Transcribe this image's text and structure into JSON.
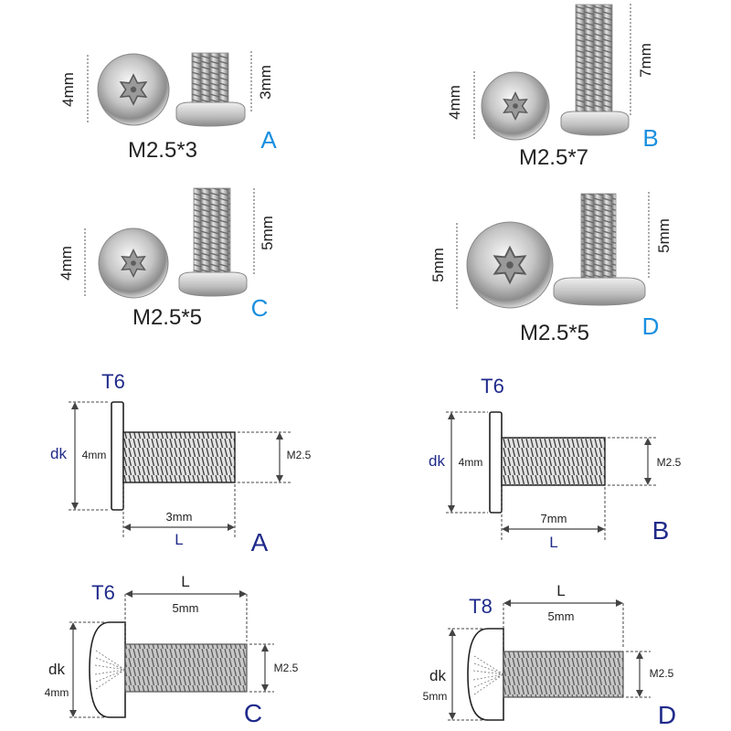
{
  "photos": [
    {
      "id": "A",
      "model": "M2.5*3",
      "head": "4mm",
      "length": "3mm"
    },
    {
      "id": "B",
      "model": "M2.5*7",
      "head": "4mm",
      "length": "7mm"
    },
    {
      "id": "C",
      "model": "M2.5*5",
      "head": "4mm",
      "length": "5mm"
    },
    {
      "id": "D",
      "model": "M2.5*5",
      "head": "5mm",
      "length": "5mm"
    }
  ],
  "drawings": [
    {
      "id": "A",
      "drive": "T6",
      "dk_label": "dk",
      "dk_value": "4mm",
      "thread": "M2.5",
      "length": "3mm",
      "l_label": "L"
    },
    {
      "id": "B",
      "drive": "T6",
      "dk_label": "dk",
      "dk_value": "4mm",
      "thread": "M2.5",
      "length": "7mm",
      "l_label": "L"
    },
    {
      "id": "C",
      "drive": "T6",
      "dk_label": "dk",
      "dk_value": "4mm",
      "thread": "M2.5",
      "length": "5mm",
      "l_label": "L"
    },
    {
      "id": "D",
      "drive": "T8",
      "dk_label": "dk",
      "dk_value": "5mm",
      "thread": "M2.5",
      "length": "5mm",
      "l_label": "L"
    }
  ],
  "colors": {
    "photo_letter": "#1a8fe0",
    "drawing_label": "#1f2a8a",
    "dim_line": "#444444",
    "metal": "#c9c9c9"
  }
}
